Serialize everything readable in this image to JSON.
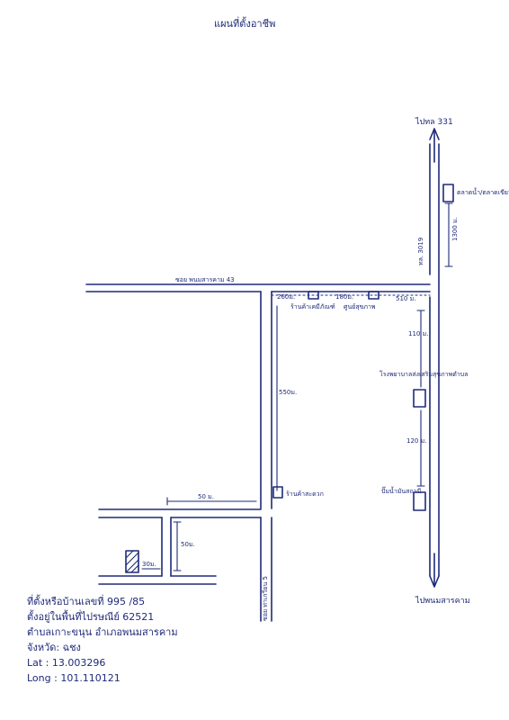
{
  "title": "แผนที่ตั้งอาชีพ",
  "roads": {
    "north_dest": "ไปทล 331",
    "south_dest": "ไปพนมสารคาม",
    "highway_number": "ทล. 3019",
    "soi_horizontal": "ซอย พนมสารคาม 43",
    "soi_vertical": "ซอย ท่าเกวียน 5"
  },
  "landmarks": {
    "market": "ตลาดน้ำ/ตลาดเขียว",
    "top_left_shop": "ร้านค้าเคมีภัณฑ์",
    "top_right_shop": "ศูนย์สุขภาพ",
    "hospital": "โรงพยาบาลส่งเสริมสุขภาพตำบล",
    "gas_station": "ปั๊มน้ำมันสถานี",
    "mid_shop": "ร้านค้าสะดวก"
  },
  "distances": {
    "d_1300": "1300 ม.",
    "d_260": "260ม.",
    "d_180": "180ม.",
    "d_510": "510 ม.",
    "d_110": "110 ม.",
    "d_550": "550ม.",
    "d_120": "120 ม.",
    "d_50a": "50 ม.",
    "d_50b": "50ม.",
    "d_30": "30ม."
  },
  "address": {
    "line1": "ที่ตั้งหรือบ้านเลขที่ 995 /85",
    "line2": "ตั้งอยู่ในพื้นที่ไปรษณีย์ 62521",
    "line3": "ตำบลเกาะขนุน อำเภอพนมสารคาม",
    "line4": "จังหวัด: ฉชง",
    "line5": "Lat : 13.003296",
    "line6": "Long : 101.110121"
  }
}
